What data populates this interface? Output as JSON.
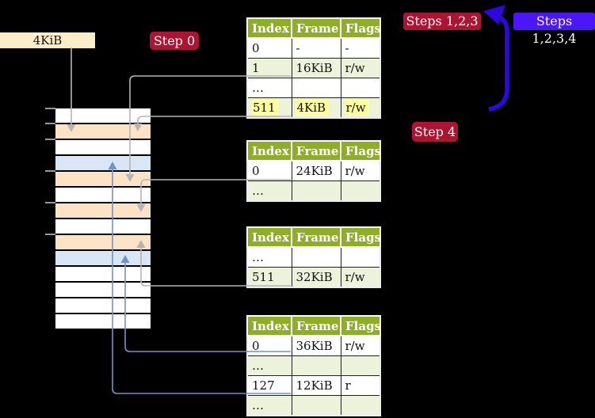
{
  "labels": {
    "memory_size": "4KiB",
    "step0": "Step 0",
    "steps123": "Steps 1,2,3",
    "steps1234": "Steps 1,2,3,4",
    "step4": "Step 4"
  },
  "memory_stack": {
    "row_colors": [
      "white",
      "peach",
      "white",
      "blue",
      "peach",
      "white",
      "peach",
      "white",
      "peach",
      "blue",
      "white",
      "white",
      "white",
      "white"
    ]
  },
  "page_tables": [
    {
      "headers": [
        "Index",
        "Frame",
        "Flags"
      ],
      "rows": [
        {
          "cells": [
            "0",
            "-",
            "-"
          ],
          "shaded": false,
          "highlight": false
        },
        {
          "cells": [
            "1",
            "16KiB",
            "r/w"
          ],
          "shaded": true,
          "highlight": false
        },
        {
          "cells": [
            "…",
            "",
            ""
          ],
          "shaded": false,
          "highlight": false
        },
        {
          "cells": [
            "511",
            "4KiB",
            "r/w"
          ],
          "shaded": true,
          "highlight": true
        }
      ]
    },
    {
      "headers": [
        "Index",
        "Frame",
        "Flags"
      ],
      "rows": [
        {
          "cells": [
            "0",
            "24KiB",
            "r/w"
          ],
          "shaded": false,
          "highlight": false
        },
        {
          "cells": [
            "…",
            "",
            ""
          ],
          "shaded": true,
          "highlight": false
        }
      ]
    },
    {
      "headers": [
        "Index",
        "Frame",
        "Flags"
      ],
      "rows": [
        {
          "cells": [
            "…",
            "",
            ""
          ],
          "shaded": false,
          "highlight": false
        },
        {
          "cells": [
            "511",
            "32KiB",
            "r/w"
          ],
          "shaded": true,
          "highlight": false
        }
      ]
    },
    {
      "headers": [
        "Index",
        "Frame",
        "Flags"
      ],
      "rows": [
        {
          "cells": [
            "0",
            "36KiB",
            "r/w"
          ],
          "shaded": false,
          "highlight": false
        },
        {
          "cells": [
            "…",
            "",
            ""
          ],
          "shaded": true,
          "highlight": false
        },
        {
          "cells": [
            "127",
            "12KiB",
            "r"
          ],
          "shaded": false,
          "highlight": false
        },
        {
          "cells": [
            "…",
            "",
            ""
          ],
          "shaded": true,
          "highlight": false
        }
      ]
    }
  ],
  "colors": {
    "page_bg": "#000000",
    "frame_label_bg": "#faeec9",
    "badge_red": "#ab1533",
    "badge_blue": "#4b17f8",
    "big_arrow_blue": "#2f06dd",
    "table_header_green": "#8fae27",
    "table_row_green": "#edf2da",
    "highlight_yellow": "#ffff9c",
    "frame_peach": "#fce3c6",
    "frame_blue": "#d8e6f6",
    "frame_white": "#ffffff",
    "connector_gray": "#b5b5b5",
    "connector_blue": "#6f94c7",
    "tick_gray": "#999999"
  }
}
